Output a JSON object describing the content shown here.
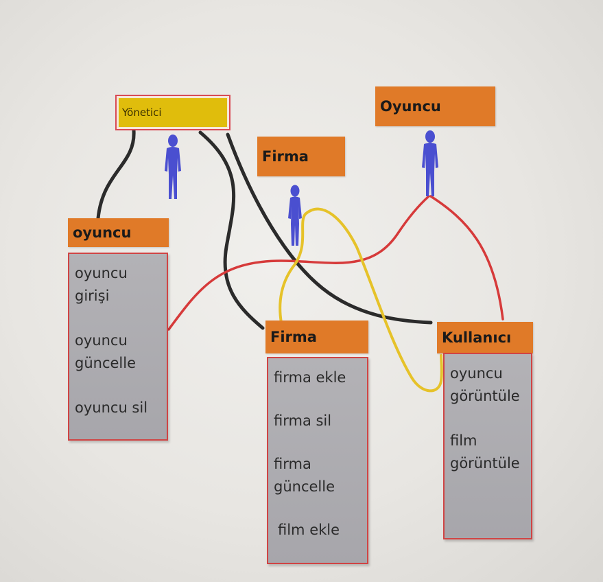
{
  "actors": {
    "yonetici": {
      "label": "Yönetici"
    },
    "firma": {
      "label": "Firma"
    },
    "oyuncu": {
      "label": "Oyuncu"
    }
  },
  "modules": {
    "oyuncu": {
      "title": "oyuncu",
      "items": [
        "oyuncu\ngirişi",
        "oyuncu\ngüncelle",
        "oyuncu sil"
      ]
    },
    "firma": {
      "title": "Firma",
      "items": [
        "firma ekle",
        "firma sil",
        "firma\ngüncelle",
        "film ekle"
      ]
    },
    "kullanici": {
      "title": "Kullanıcı",
      "items": [
        "oyuncu\ngörüntüle",
        "film\ngörüntüle"
      ]
    }
  },
  "colors": {
    "header_orange": "#e07a28",
    "admin_yellow": "#e0bd0c",
    "panel_gray": "#aeadb1",
    "panel_border_red": "#d04444",
    "line_black": "#2b2b2b",
    "line_red": "#d63a3a",
    "line_yellow": "#e6c229",
    "figure_blue": "#4a4fd0"
  },
  "icons": [
    "person-figure-icon"
  ]
}
